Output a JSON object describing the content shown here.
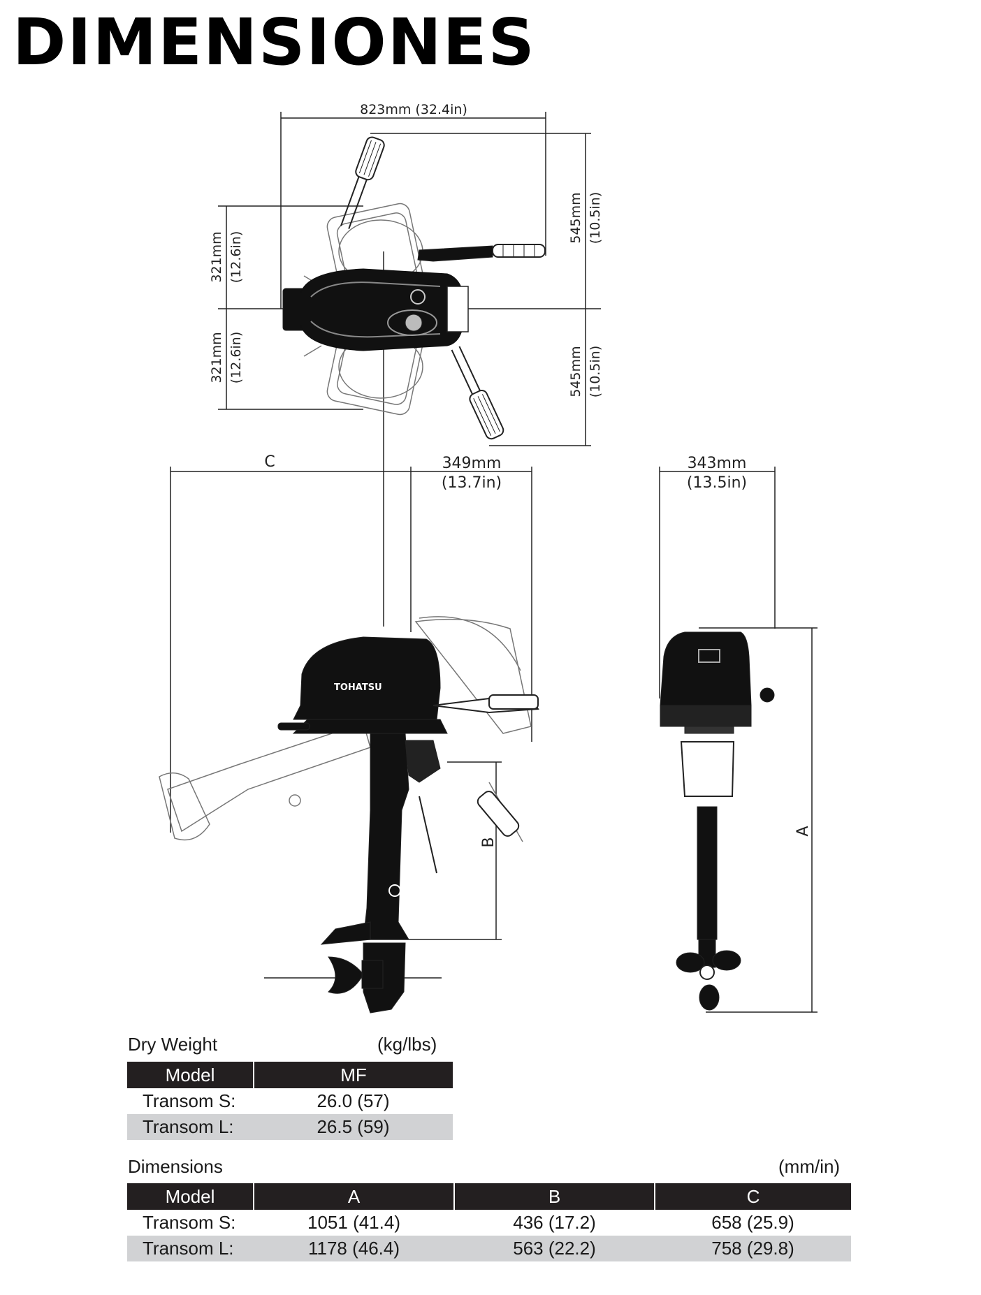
{
  "title": "DIMENSIONES",
  "diagram": {
    "top_view": {
      "width_label": "823mm (32.4in)",
      "left_upper_mm": "321mm",
      "left_upper_in": "(12.6in)",
      "left_lower_mm": "321mm",
      "left_lower_in": "(12.6in)",
      "right_upper_mm": "545mm",
      "right_upper_in": "(10.5in)",
      "right_lower_mm": "545mm",
      "right_lower_in": "(10.5in)"
    },
    "side_view": {
      "c_label": "C",
      "tilt_mm": "349mm",
      "tilt_in": "(13.7in)",
      "b_label": "B",
      "brand": "TOHATSU"
    },
    "front_view": {
      "width_mm": "343mm",
      "width_in": "(13.5in)",
      "a_label": "A"
    }
  },
  "dry_weight": {
    "title": "Dry Weight",
    "unit": "(kg/lbs)",
    "headers": [
      "Model",
      "MF"
    ],
    "rows": [
      [
        "Transom S:",
        "26.0 (57)"
      ],
      [
        "Transom L:",
        "26.5 (59)"
      ]
    ]
  },
  "dimensions": {
    "title": "Dimensions",
    "unit": "(mm/in)",
    "headers": [
      "Model",
      "A",
      "B",
      "C"
    ],
    "rows": [
      [
        "Transom S:",
        "1051 (41.4)",
        "436 (17.2)",
        "658 (25.9)"
      ],
      [
        "Transom L:",
        "1178 (46.4)",
        "563 (22.2)",
        "758 (29.8)"
      ]
    ]
  }
}
